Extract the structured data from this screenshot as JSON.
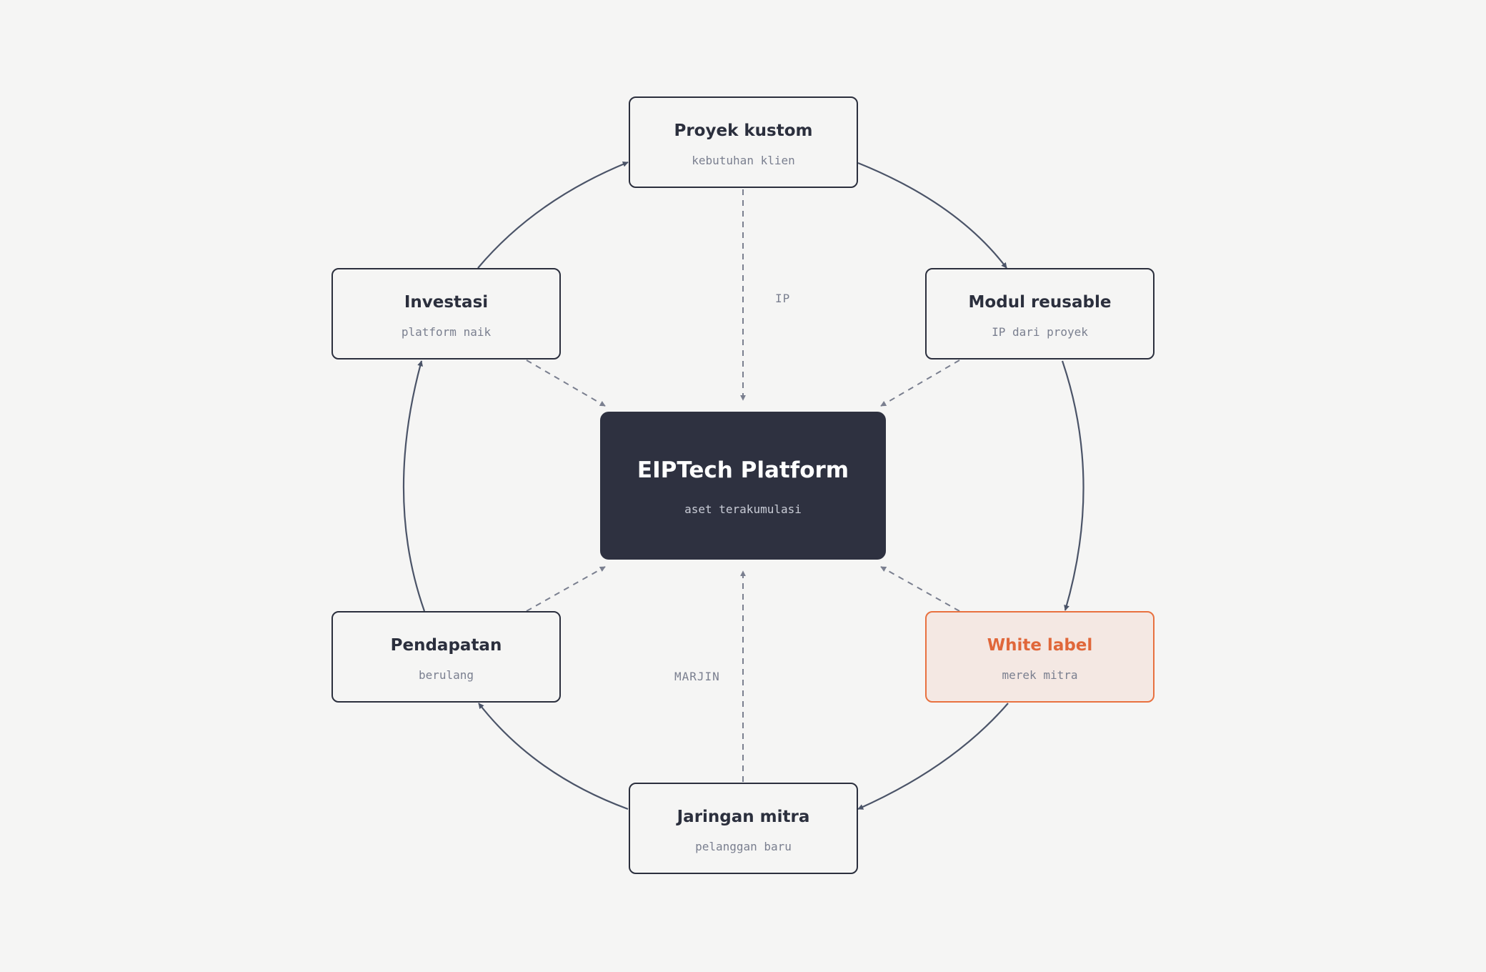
{
  "diagram": {
    "hub": {
      "title": "EIPTech Platform",
      "subtitle": "aset terakumulasi"
    },
    "nodes": [
      {
        "id": "proyek",
        "title": "Proyek kustom",
        "subtitle": "kebutuhan klien",
        "highlight": false
      },
      {
        "id": "modul",
        "title": "Modul reusable",
        "subtitle": "IP dari proyek",
        "highlight": false
      },
      {
        "id": "whitelabel",
        "title": "White label",
        "subtitle": "merek mitra",
        "highlight": true
      },
      {
        "id": "jaringan",
        "title": "Jaringan mitra",
        "subtitle": "pelanggan baru",
        "highlight": false
      },
      {
        "id": "pendapatan",
        "title": "Pendapatan",
        "subtitle": "berulang",
        "highlight": false
      },
      {
        "id": "investasi",
        "title": "Investasi",
        "subtitle": "platform naik",
        "highlight": false
      }
    ],
    "edge_labels": {
      "ip": "IP",
      "margin": "MARJIN"
    },
    "cycle_order": [
      "proyek",
      "modul",
      "whitelabel",
      "jaringan",
      "pendapatan",
      "investasi"
    ],
    "colors": {
      "background": "#f5f5f4",
      "node_border": "#2b2f3d",
      "hub_fill": "#2e3140",
      "accent": "#e8713f",
      "accent_fill": "#f4e8e3",
      "cycle_arrow": "#4b5468",
      "dashed_arrow": "#7a7f8f"
    }
  }
}
